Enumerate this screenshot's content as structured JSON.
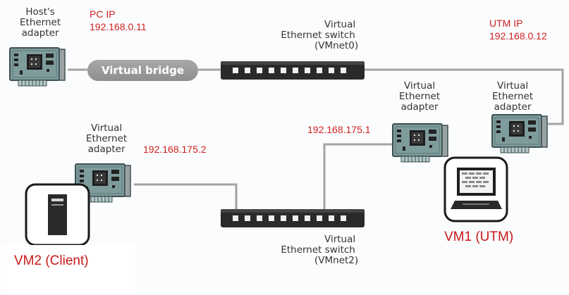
{
  "host_adapter": {
    "line1": "Host's",
    "line2": "Ethernet",
    "line3": "adapter"
  },
  "pc_ip": {
    "label": "PC IP",
    "address": "192.168.0.11"
  },
  "utm_ip": {
    "label": "UTM IP",
    "address": "192.168.0.12"
  },
  "bridge": {
    "label": "Virtual bridge"
  },
  "switch0": {
    "line1": "Virtual",
    "line2": "Ethernet switch",
    "line3": "(VMnet0)"
  },
  "switch2": {
    "line1": "Virtual",
    "line2": "Ethernet switch",
    "line3": "(VMnet2)"
  },
  "vm1_adapter_a": {
    "line1": "Virtual",
    "line2": "Ethernet",
    "line3": "adapter"
  },
  "vm1_adapter_b": {
    "line1": "Virtual",
    "line2": "Ethernet",
    "line3": "adapter"
  },
  "vm2_adapter": {
    "line1": "Virtual",
    "line2": "Ethernet",
    "line3": "adapter"
  },
  "vm1_inner_ip": "192.168.175.1",
  "vm2_ip": "192.168.175.2",
  "vm1_name": "VM1 (UTM)",
  "vm2_name": "VM2 (Client)",
  "colors": {
    "ip_text": "#d02020",
    "vm_name": "#c81818",
    "bridge": "#999999",
    "switch": "#2b2b2b",
    "cable": "#9a9a9a",
    "board": "#6e8f90"
  }
}
